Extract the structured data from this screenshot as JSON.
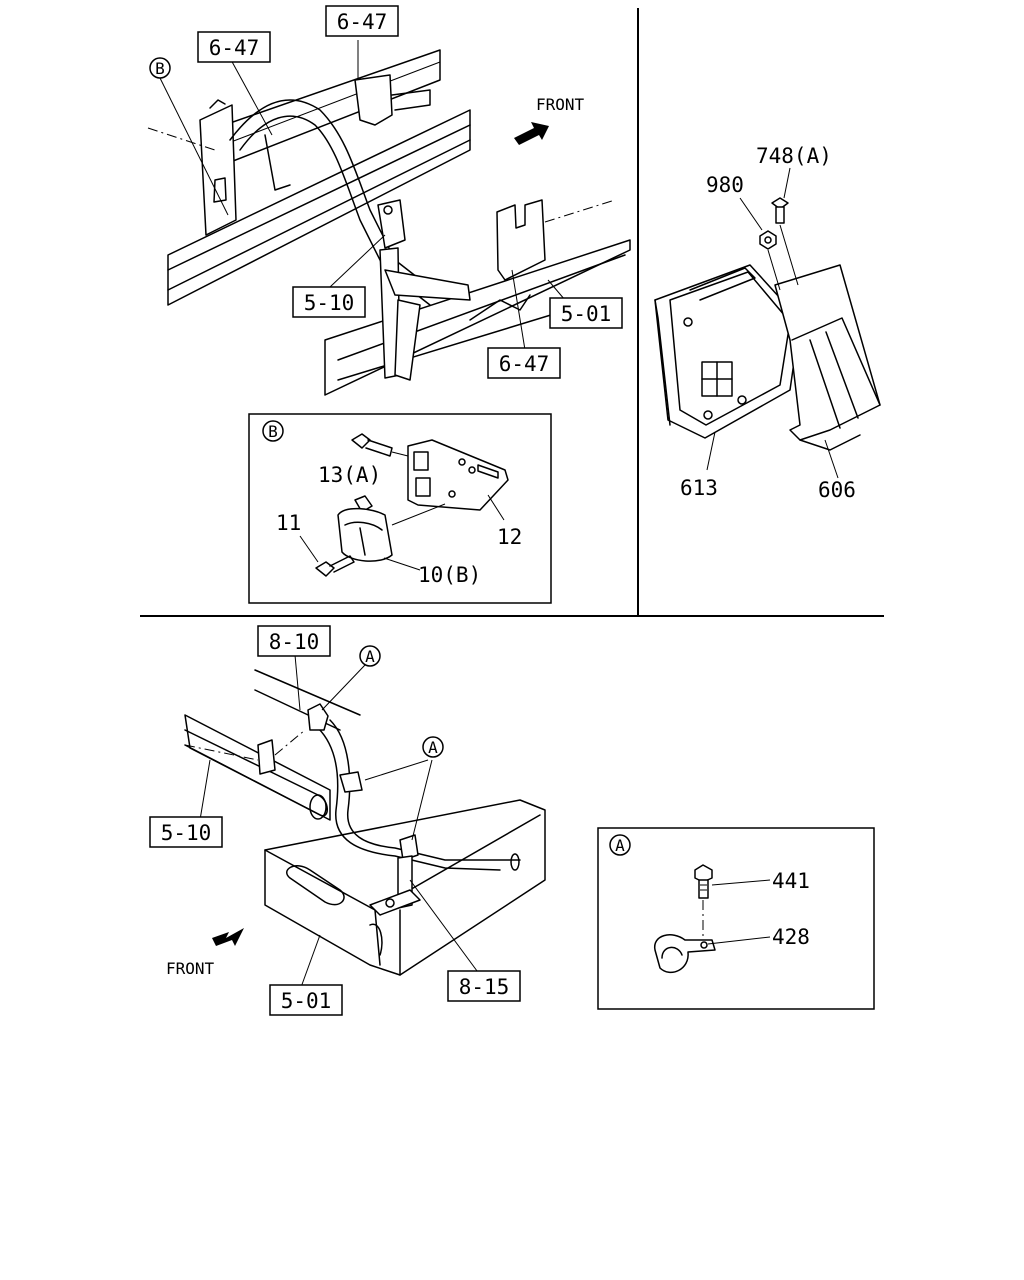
{
  "labels": {
    "ref_6_47_top": "6-47",
    "ref_6_47_left": "6-47",
    "ref_5_10_top": "5-10",
    "ref_5_01_top": "5-01",
    "ref_6_47_mid": "6-47",
    "callout_b_top": "B",
    "front_top": "FRONT",
    "ecu_748a": "748(A)",
    "ecu_980": "980",
    "ecu_613": "613",
    "ecu_606": "606",
    "detail_b_circle": "B",
    "detail_b_13a": "13(A)",
    "detail_b_11": "11",
    "detail_b_12": "12",
    "detail_b_10b": "10(B)",
    "ref_8_10": "8-10",
    "callout_a_1": "A",
    "callout_a_2": "A",
    "ref_5_10_bottom": "5-10",
    "front_bottom": "FRONT",
    "ref_5_01_bottom": "5-01",
    "ref_8_15": "8-15",
    "detail_a_circle": "A",
    "detail_a_441": "441",
    "detail_a_428": "428"
  }
}
